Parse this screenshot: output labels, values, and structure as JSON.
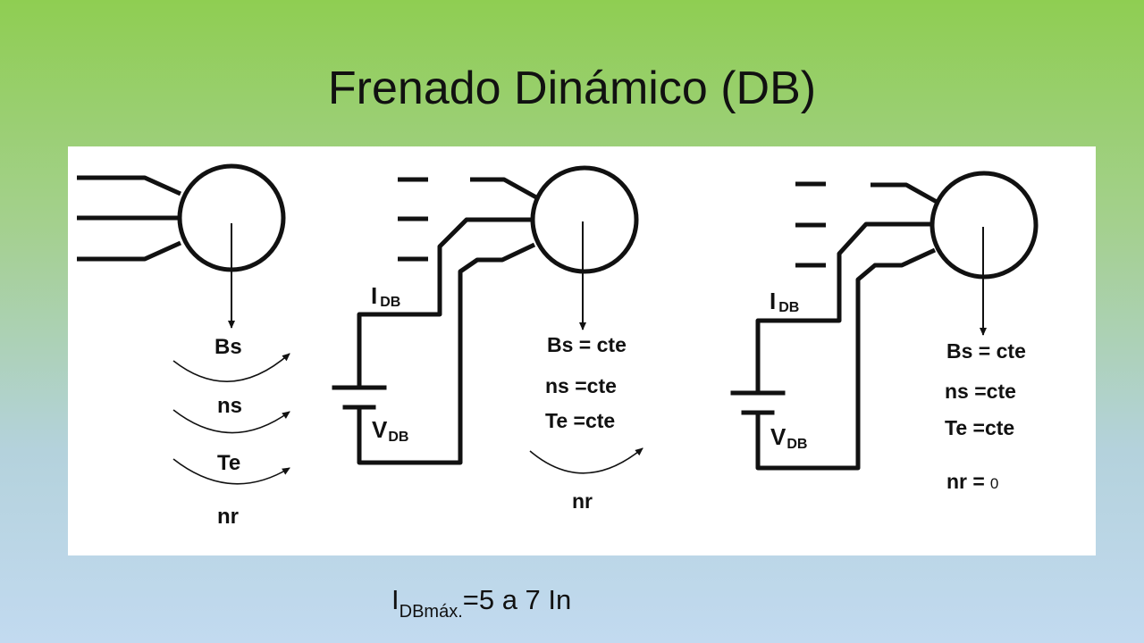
{
  "title": "Frenado Dinámico (DB)",
  "diagram": {
    "panel1": {
      "labels": [
        "Bs",
        "ns",
        "Te",
        "nr"
      ]
    },
    "panel2": {
      "current_label": "I",
      "current_sub": "DB",
      "voltage_label": "V",
      "voltage_sub": "DB",
      "eq_bs": "Bs = cte",
      "eq_ns": "ns =cte",
      "eq_te": "Te =cte",
      "eq_nr": "nr"
    },
    "panel3": {
      "current_label": "I",
      "current_sub": "DB",
      "voltage_label": "V",
      "voltage_sub": "DB",
      "eq_bs": "Bs = cte",
      "eq_ns": "ns =cte",
      "eq_te": "Te =cte",
      "eq_nr_label": "nr =",
      "eq_nr_value": "0"
    }
  },
  "formula": {
    "main": "I",
    "sub": "DBmáx.",
    "rest": "=5 a 7 In"
  }
}
